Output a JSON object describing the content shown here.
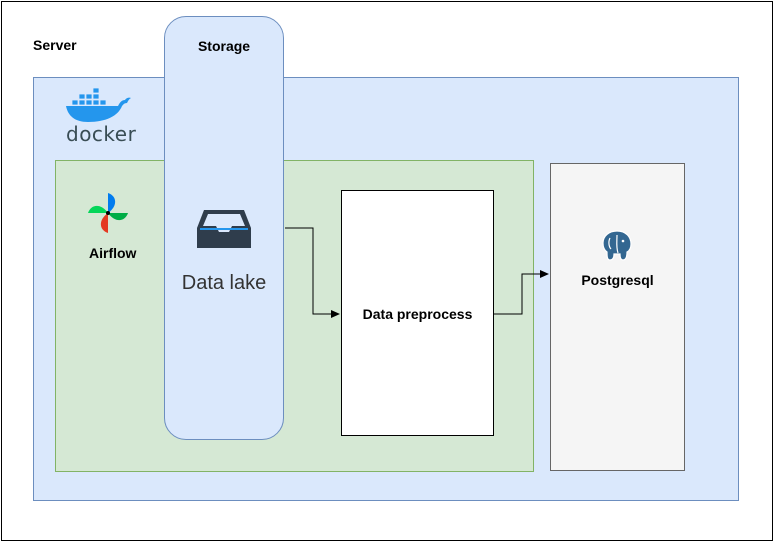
{
  "server": {
    "label": "Server"
  },
  "docker": {
    "logo_text": "docker",
    "icon": "docker-whale-icon",
    "color": "#2496ed"
  },
  "airflow": {
    "label": "Airflow",
    "icon": "airflow-pinwheel-icon"
  },
  "storage": {
    "label": "Storage",
    "item_label": "Data lake",
    "icon": "inbox-tray-icon",
    "icon_color": "#2f3d4c"
  },
  "preprocess": {
    "label": "Data preprocess"
  },
  "postgres": {
    "label": "Postgresql",
    "icon": "postgresql-elephant-icon",
    "icon_color": "#336791"
  },
  "colors": {
    "docker_fill": "#dae8fc",
    "docker_stroke": "#6c8ebf",
    "airflow_fill": "#d5e8d4",
    "airflow_stroke": "#82b366",
    "postgres_fill": "#f5f5f5"
  }
}
